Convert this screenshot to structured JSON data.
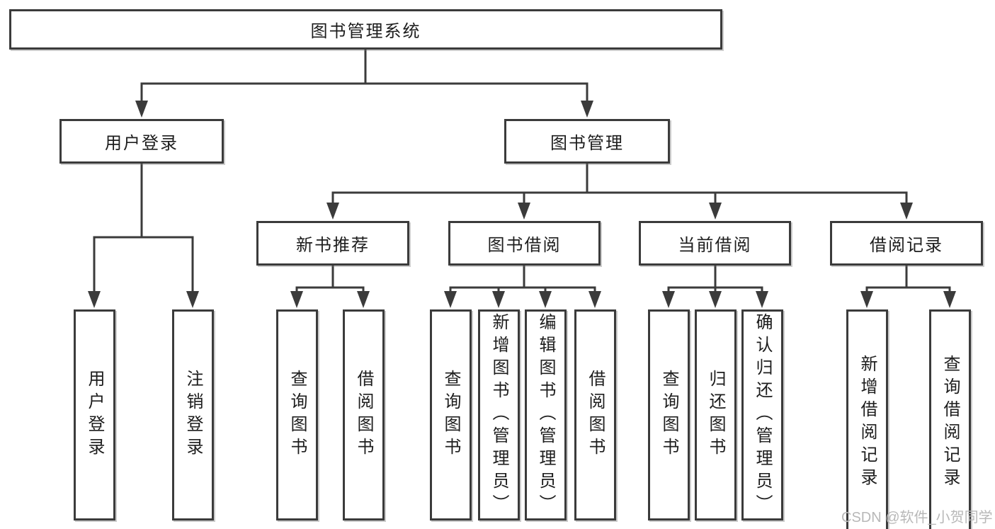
{
  "diagram": {
    "title": "图书管理系统",
    "branches": [
      {
        "label": "用户登录",
        "children": [
          {
            "label": "用户登录"
          },
          {
            "label": "注销登录"
          }
        ]
      },
      {
        "label": "图书管理",
        "children": [
          {
            "label": "新书推荐",
            "children": [
              {
                "label": "查询图书"
              },
              {
                "label": "借阅图书"
              }
            ]
          },
          {
            "label": "图书借阅",
            "children": [
              {
                "label": "查询图书"
              },
              {
                "label": "新增图书（管理员）"
              },
              {
                "label": "编辑图书（管理员）"
              },
              {
                "label": "借阅图书"
              }
            ]
          },
          {
            "label": "当前借阅",
            "children": [
              {
                "label": "查询图书"
              },
              {
                "label": "归还图书"
              },
              {
                "label": "确认归还（管理员）"
              }
            ]
          },
          {
            "label": "借阅记录",
            "children": [
              {
                "label": "新增借阅记录"
              },
              {
                "label": "查询借阅记录"
              }
            ]
          }
        ]
      }
    ]
  },
  "watermark": {
    "text": "CSDN @软件_小贺同学"
  },
  "colors": {
    "line": "#3b3b3b",
    "box_border": "#3b3b3b",
    "text": "#1d1d1d",
    "watermark": "#b8b8b8",
    "background": "#ffffff"
  }
}
